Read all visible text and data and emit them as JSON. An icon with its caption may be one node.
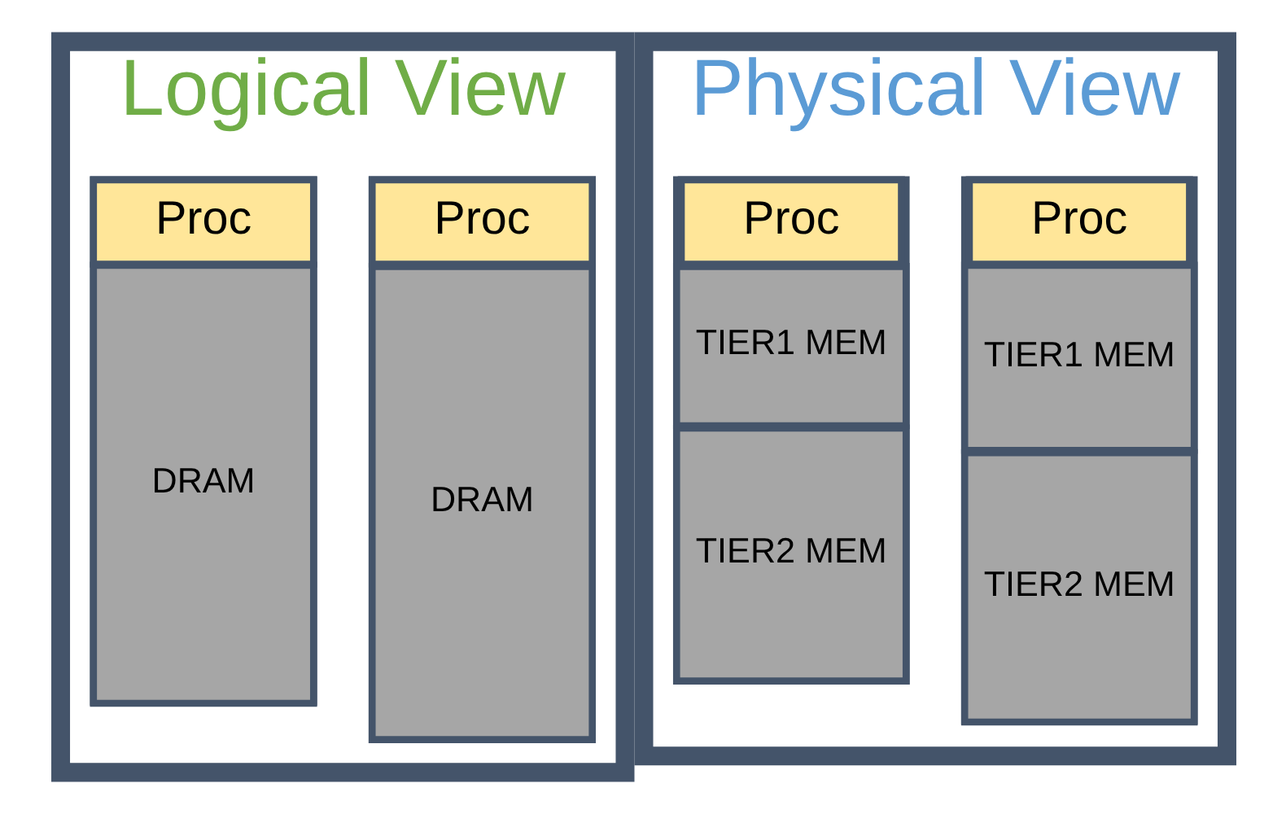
{
  "diagram": {
    "nodes": [
      {
        "text": [
          "Logical View"
        ]
      },
      {
        "text": [],
        "shape": "box",
        "in": 0
      },
      {
        "text": [
          "Proc"
        ],
        "in": 1
      },
      {
        "text": [
          "DRAM"
        ],
        "in": 1
      },
      {
        "text": [],
        "shape": "box",
        "in": 0
      },
      {
        "text": [
          "Proc"
        ],
        "in": 4
      },
      {
        "text": [
          "DRAM"
        ],
        "in": 4
      },
      {
        "text": [
          "Physical View"
        ]
      },
      {
        "text": [],
        "shape": "box",
        "in": 7
      },
      {
        "text": [
          "Proc"
        ],
        "in": 8
      },
      {
        "text": [
          "TIER1 MEM"
        ],
        "in": 8
      },
      {
        "text": [
          "TIER2 MEM"
        ],
        "in": 8
      },
      {
        "text": [],
        "shape": "box",
        "in": 7
      },
      {
        "text": [
          "Proc"
        ],
        "in": 12
      },
      {
        "text": [
          "TIER1 MEM"
        ],
        "in": 12
      },
      {
        "text": [
          "TIER2 MEM"
        ],
        "in": 12
      }
    ],
    "edges": []
  }
}
